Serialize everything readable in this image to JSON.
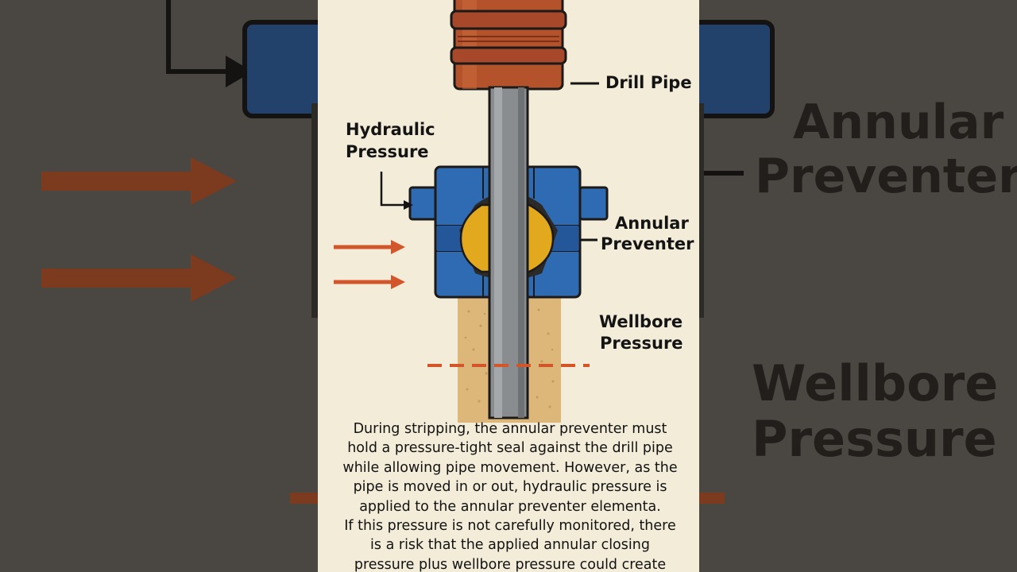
{
  "labels": {
    "drill_pipe": "Drill Pipe",
    "hydraulic_pressure_line1": "Hydraulic",
    "hydraulic_pressure_line2": "Pressure",
    "annular_preventer_line1": "Annular",
    "annular_preventer_line2": "Preventer",
    "wellbore_pressure_line1": "Wellbore",
    "wellbore_pressure_line2": "Pressure"
  },
  "background": {
    "annular_line1": "Annular",
    "annular_line2": "Preventer",
    "wellbore_line1": "Wellbore",
    "wellbore_line2": "Pressure"
  },
  "caption": {
    "line1": "During stripping, the annular preventer must",
    "line2": "hold a pressure-tight seal against the drill pipe",
    "line3": "while allowing pipe movement. However, as the",
    "line4": "pipe is moved in or out, hydraulic pressure is",
    "line5": "applied to the annular preventer elementa.",
    "line6": "If this pressure is not carefully monitored, there",
    "line7": "is a risk that the applied annular closing",
    "line8": "pressure plus wellbore pressure could create"
  },
  "colors": {
    "panel": "#f3ecd9",
    "pipe_copper": "#b4532b",
    "preventer_blue": "#2f6bb3",
    "element_yellow": "#e2a91e",
    "arrow_orange": "#d2562a",
    "sand": "#dcb779",
    "steel": "#8a8d8f"
  }
}
